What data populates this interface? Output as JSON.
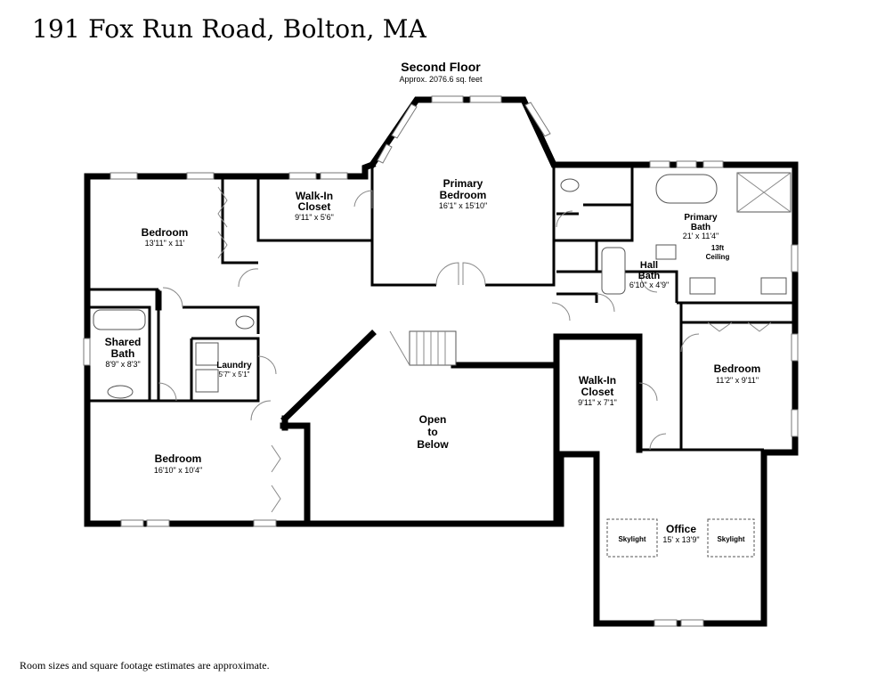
{
  "header": {
    "address": "191 Fox Run Road, Bolton, MA"
  },
  "floor": {
    "name": "Second Floor",
    "area": "Approx. 2076.6 sq. feet"
  },
  "rooms": {
    "primary_bedroom": {
      "name_line1": "Primary",
      "name_line2": "Bedroom",
      "dims": "16'1\" x 15'10\""
    },
    "walk_in_closet_top": {
      "name_line1": "Walk-In",
      "name_line2": "Closet",
      "dims": "9'11\" x 5'6\""
    },
    "bedroom_nw": {
      "name": "Bedroom",
      "dims": "13'11\" x 11'"
    },
    "primary_bath": {
      "name_line1": "Primary",
      "name_line2": "Bath",
      "dims": "21' x 11'4\"",
      "note_line1": "13ft",
      "note_line2": "Ceiling"
    },
    "hall_bath": {
      "name_line1": "Hall",
      "name_line2": "Bath",
      "dims": "6'10\" x 4'9\""
    },
    "shared_bath": {
      "name_line1": "Shared",
      "name_line2": "Bath",
      "dims": "8'9\" x 8'3\""
    },
    "laundry": {
      "name": "Laundry",
      "dims": "5'7\" x 5'1\""
    },
    "open_to_below": {
      "line1": "Open",
      "line2": "to",
      "line3": "Below"
    },
    "walk_in_closet_mid": {
      "name_line1": "Walk-In",
      "name_line2": "Closet",
      "dims": "9'11\" x 7'1\""
    },
    "bedroom_east": {
      "name": "Bedroom",
      "dims": "11'2\" x 9'11\""
    },
    "bedroom_sw": {
      "name": "Bedroom",
      "dims": "16'10\" x 10'4\""
    },
    "office": {
      "name": "Office",
      "dims": "15' x 13'9\"",
      "skylight_left": "Skylight",
      "skylight_right": "Skylight"
    }
  },
  "footer": {
    "disclaimer": "Room sizes and square footage estimates are approximate."
  }
}
